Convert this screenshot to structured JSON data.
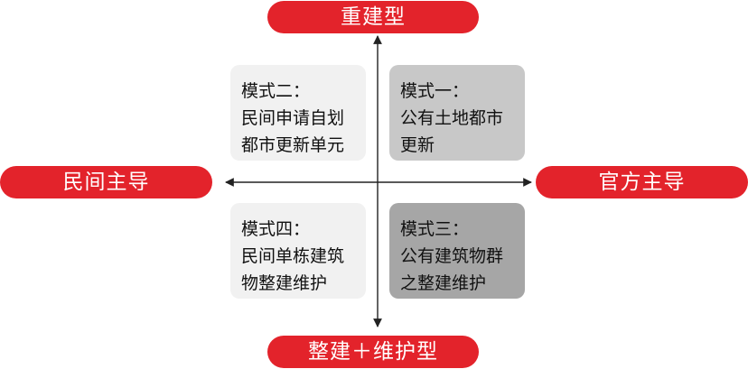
{
  "axes": {
    "top": "重建型",
    "bottom": "整建＋维护型",
    "left": "民间主导",
    "right": "官方主导"
  },
  "quadrants": {
    "top_left": {
      "title": "模式二：",
      "body": "民间申请自划\n都市更新单元"
    },
    "top_right": {
      "title": "模式一：",
      "body": "公有土地都市\n更新"
    },
    "bottom_left": {
      "title": "模式四：",
      "body": "民间单栋建筑\n物整建维护"
    },
    "bottom_right": {
      "title": "模式三：",
      "body": "公有建筑物群\n之整建维护"
    }
  },
  "colors": {
    "accent": "#e3232b",
    "box_light": "#f1f1f1",
    "box_mid": "#c8c8c8",
    "box_dark": "#a6a6a6",
    "axis_line": "#222222"
  }
}
